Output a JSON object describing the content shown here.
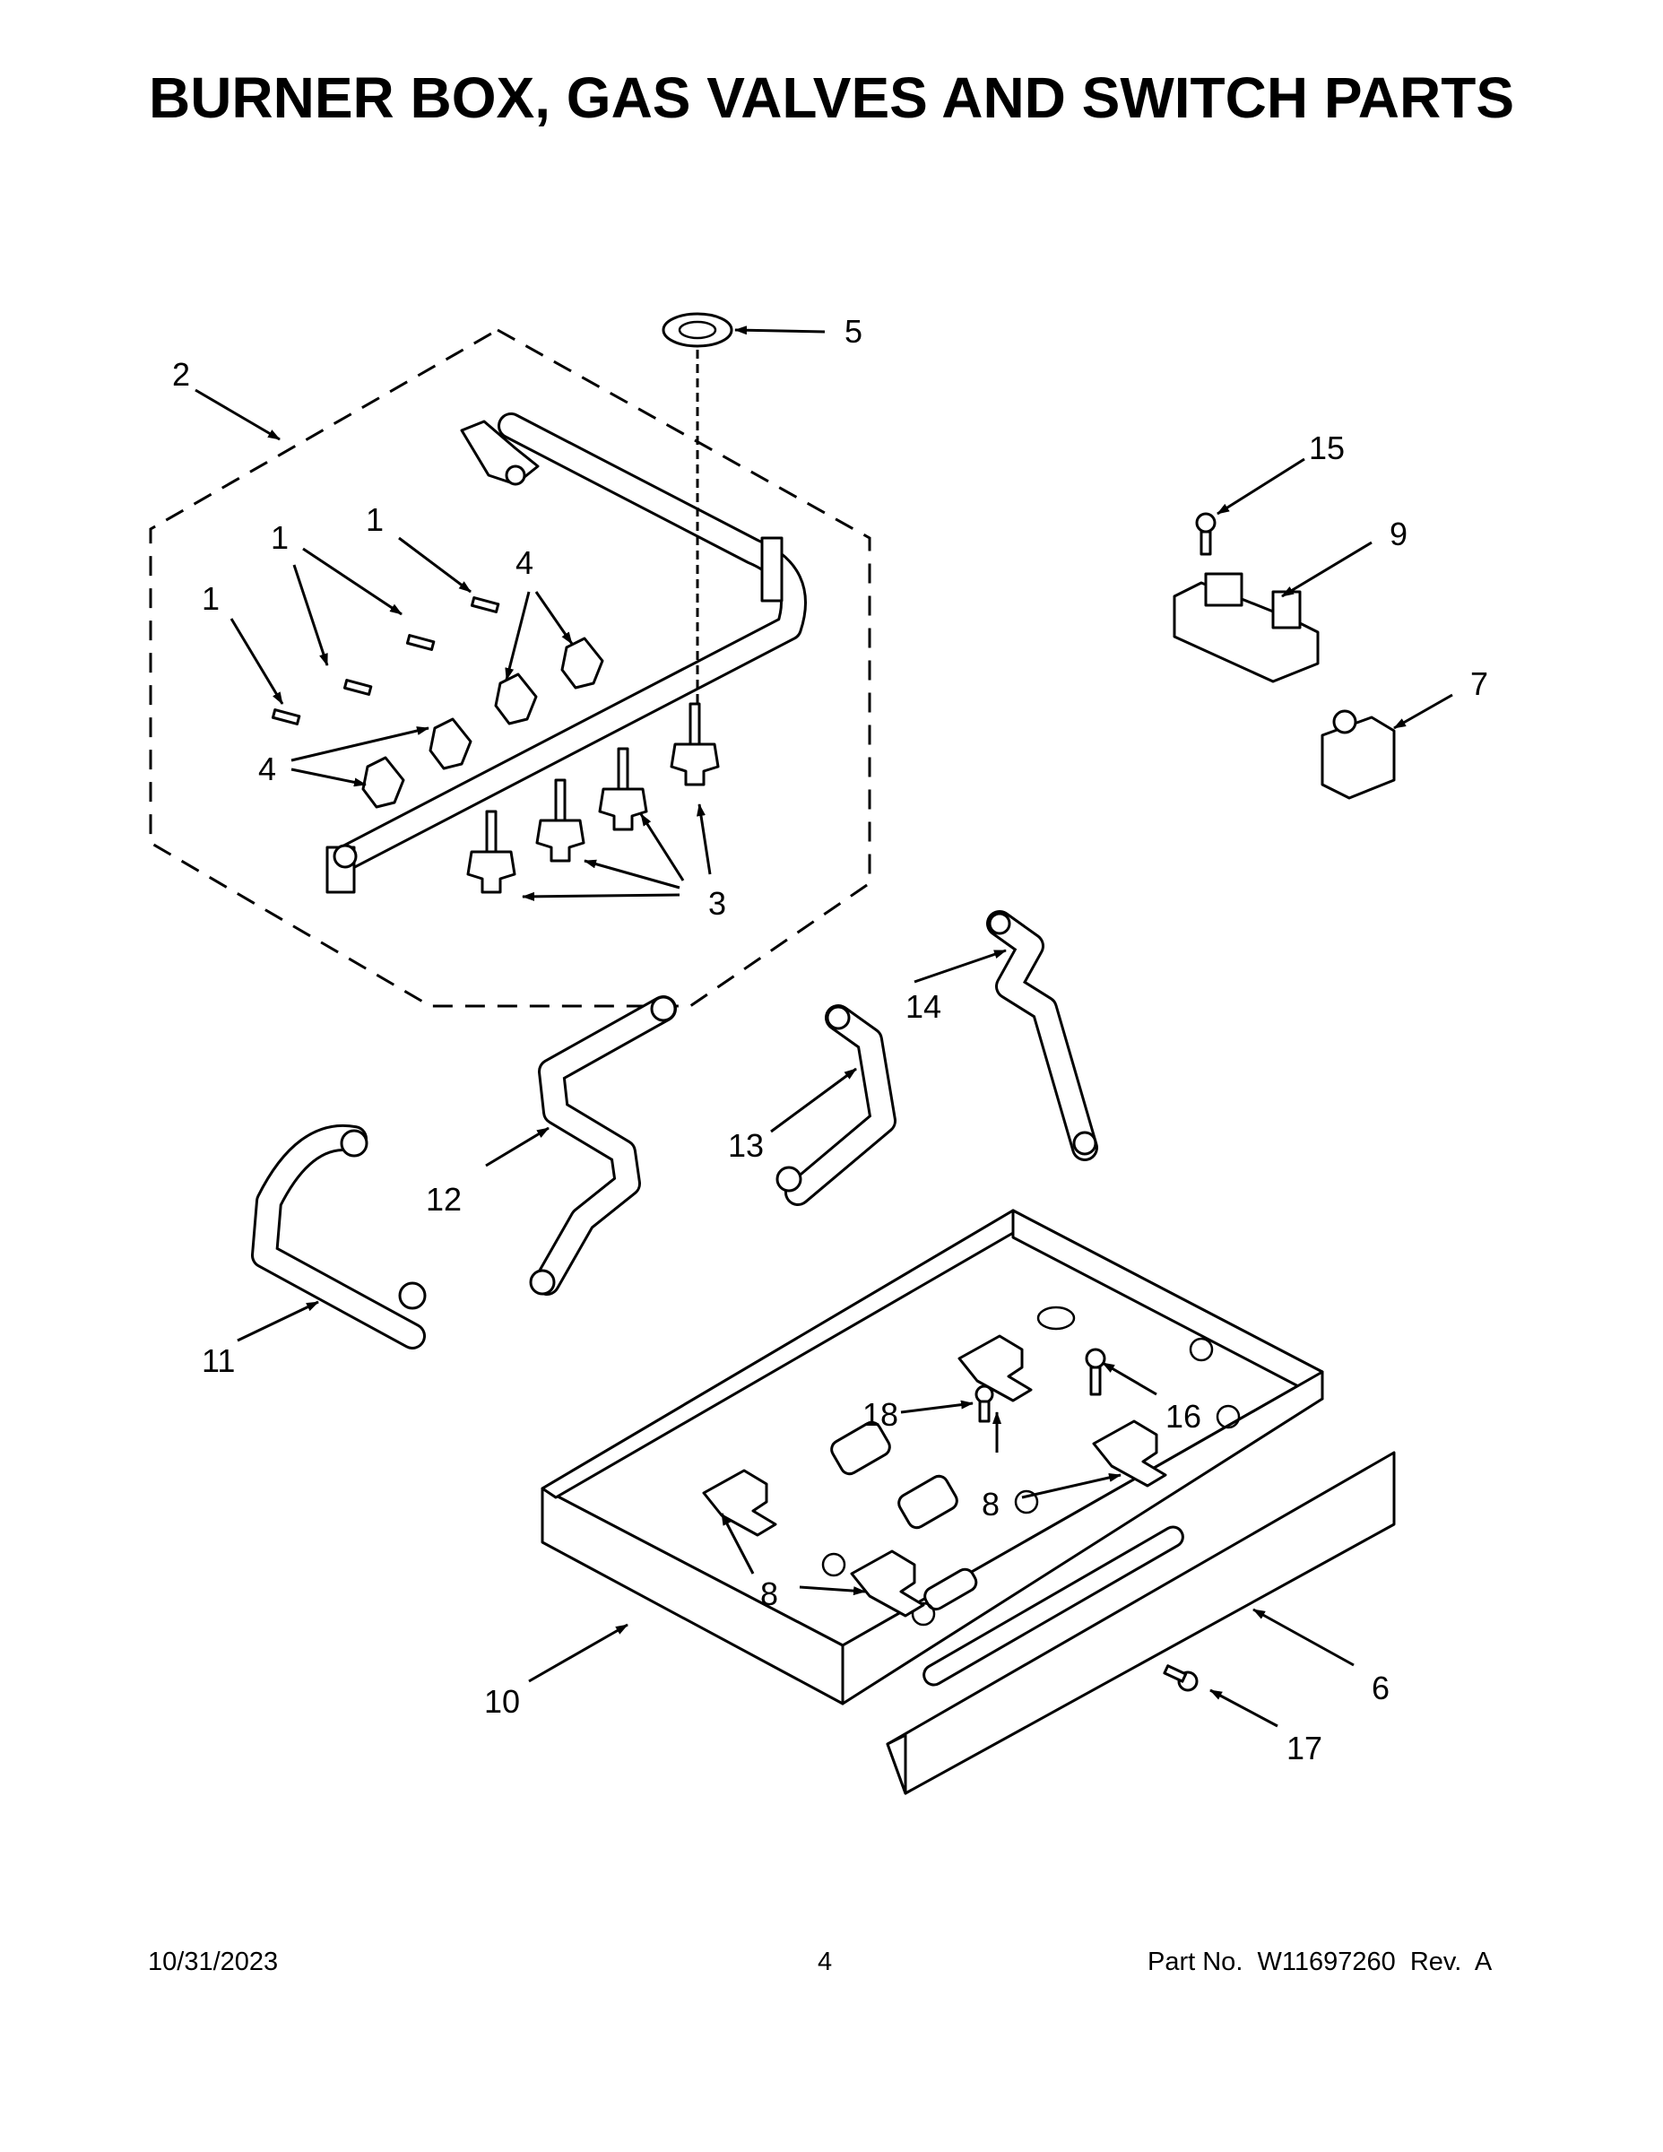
{
  "title": "BURNER BOX, GAS VALVES AND SWITCH PARTS",
  "footer": {
    "date": "10/31/2023",
    "page": "4",
    "part_no": "Part No.  W11697260  Rev.  A"
  },
  "callouts": {
    "c1a": "1",
    "c1b": "1",
    "c1c": "1",
    "c2": "2",
    "c3": "3",
    "c4a": "4",
    "c4b": "4",
    "c5": "5",
    "c6": "6",
    "c7": "7",
    "c8a": "8",
    "c8b": "8",
    "c9": "9",
    "c10": "10",
    "c11": "11",
    "c12": "12",
    "c13": "13",
    "c14": "14",
    "c15": "15",
    "c16": "16",
    "c17": "17",
    "c18": "18"
  }
}
